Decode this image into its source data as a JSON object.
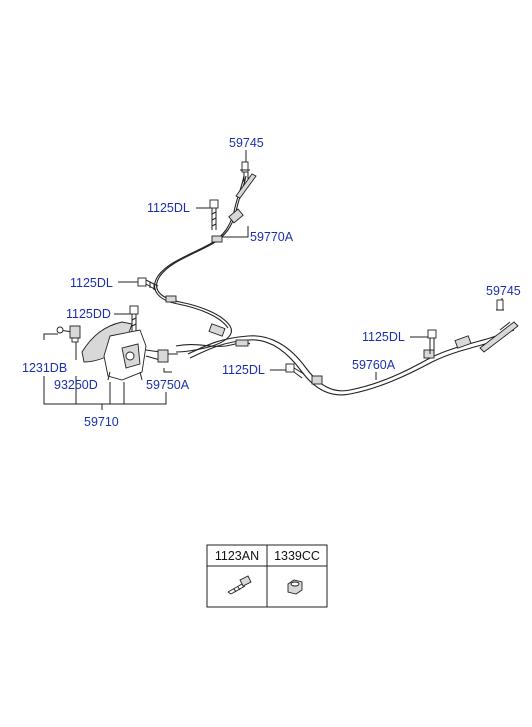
{
  "labels": {
    "p59745_top": "59745",
    "p1125DL_a": "1125DL",
    "p59770A": "59770A",
    "p1125DL_b": "1125DL",
    "p1125DD": "1125DD",
    "p1231DB": "1231DB",
    "p93250D": "93250D",
    "p59750A": "59750A",
    "p59710": "59710",
    "p1125DL_c": "1125DL",
    "p1125DL_d": "1125DL",
    "p59760A": "59760A",
    "p59745_right": "59745"
  },
  "parts_table": {
    "col1": "1123AN",
    "col2": "1339CC",
    "icon1": "bolt-icon",
    "icon2": "nut-icon"
  },
  "colors": {
    "label": "#1a2fb0",
    "line": "#222222"
  }
}
